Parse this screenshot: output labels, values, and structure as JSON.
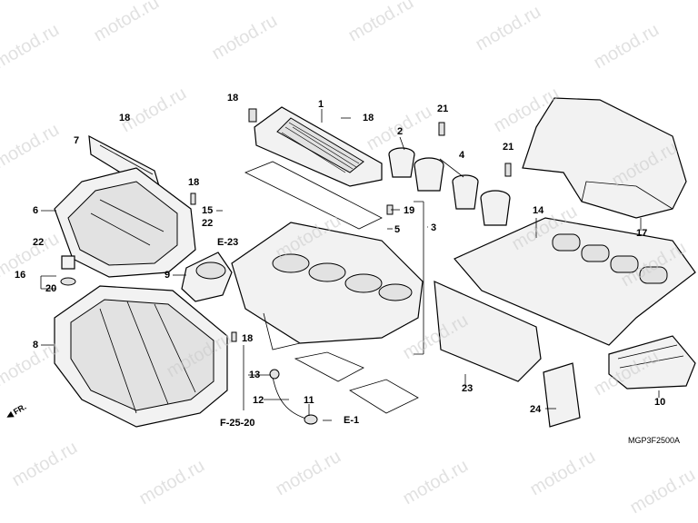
{
  "watermark": "motod.ru",
  "diagram_code": "MGP3F2500A",
  "front_label": "FR.",
  "callouts": {
    "c1": "1",
    "c2": "2",
    "c3": "3",
    "c4": "4",
    "c5": "5",
    "c6": "6",
    "c7": "7",
    "c8": "8",
    "c9": "9",
    "c10": "10",
    "c11": "11",
    "c12": "12",
    "c13": "13",
    "c14": "14",
    "c15": "15",
    "c16": "16",
    "c17": "17",
    "c18a": "18",
    "c18b": "18",
    "c18c": "18",
    "c18d": "18",
    "c18e": "18",
    "c19": "19",
    "c20": "20",
    "c21a": "21",
    "c21b": "21",
    "c22a": "22",
    "c22b": "22",
    "c23": "23",
    "c24": "24"
  },
  "references": {
    "e23": "E-23",
    "e1": "E-1",
    "f2520": "F-25-20"
  }
}
